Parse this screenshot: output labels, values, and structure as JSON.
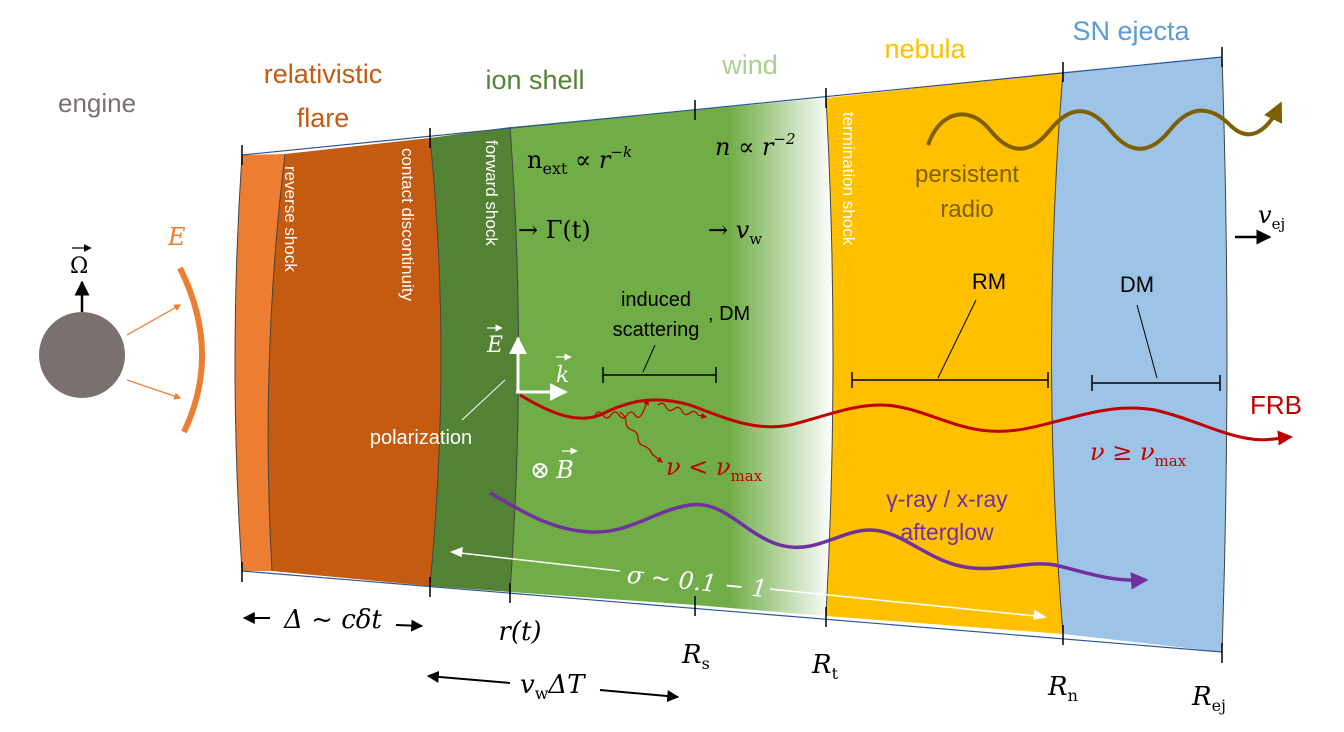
{
  "regions": {
    "engine": "engine",
    "flare_line1": "relativistic",
    "flare_line2": "flare",
    "ion_shell": "ion shell",
    "wind": "wind",
    "nebula": "nebula",
    "sn_ejecta": "SN ejecta"
  },
  "boundaries": {
    "reverse_shock": "reverse shock",
    "contact_discontinuity": "contact discontinuity",
    "forward_shock": "forward shock",
    "termination_shock": "termination shock"
  },
  "symbols": {
    "omega": "Ω",
    "energy": "E",
    "E_field": "E",
    "k_vector": "k",
    "B_field": "B",
    "otimes": "⊗",
    "n_ext": "n",
    "n_ext_sub": "ext",
    "n_ext_rel": " ∝ r",
    "n_ext_exp": "−k",
    "n_wind": "n ∝ r",
    "n_wind_exp": "−2",
    "gamma_t": "→ Γ(t)",
    "v_w_arrow": "→ v",
    "v_w_sub": "w",
    "v_ej": "v",
    "v_ej_sub": "ej"
  },
  "annotations": {
    "persistent_line1": "persistent",
    "persistent_line2": "radio",
    "rm": "RM",
    "dm_nebula": "DM",
    "induced_line1": "induced",
    "induced_line2": "scattering",
    "dm_ion": ", DM",
    "polarization": "polarization",
    "nu_less": "ν < ν",
    "nu_less_sub": "max",
    "nu_geq": "ν  ≥  ν",
    "nu_geq_sub": "max",
    "frb": "FRB",
    "afterglow_line1": "γ-ray / x-ray",
    "afterglow_line2": "afterglow",
    "sigma": "σ ~ 0.1 − 1"
  },
  "axis_labels": {
    "delta": "Δ ~ cδt",
    "r_t": "r(t)",
    "R_s": "R",
    "R_s_sub": "s",
    "R_t": "R",
    "R_t_sub": "t",
    "R_n": "R",
    "R_n_sub": "n",
    "R_ej": "R",
    "R_ej_sub": "ej",
    "vw_dT": "v",
    "vw_dT_sub": "w",
    "vw_dT_tail": "ΔT"
  },
  "colors": {
    "engine_gray": "#7a7070",
    "flare_light": "#ed7d31",
    "flare_dark": "#c55a11",
    "ion_dark": "#548235",
    "ion_green": "#70ad47",
    "nebula": "#ffc000",
    "ejecta": "#9dc3e6",
    "frb_red": "#c00000",
    "afterglow_purple": "#7030a0",
    "persistent_olive": "#7f6000"
  }
}
